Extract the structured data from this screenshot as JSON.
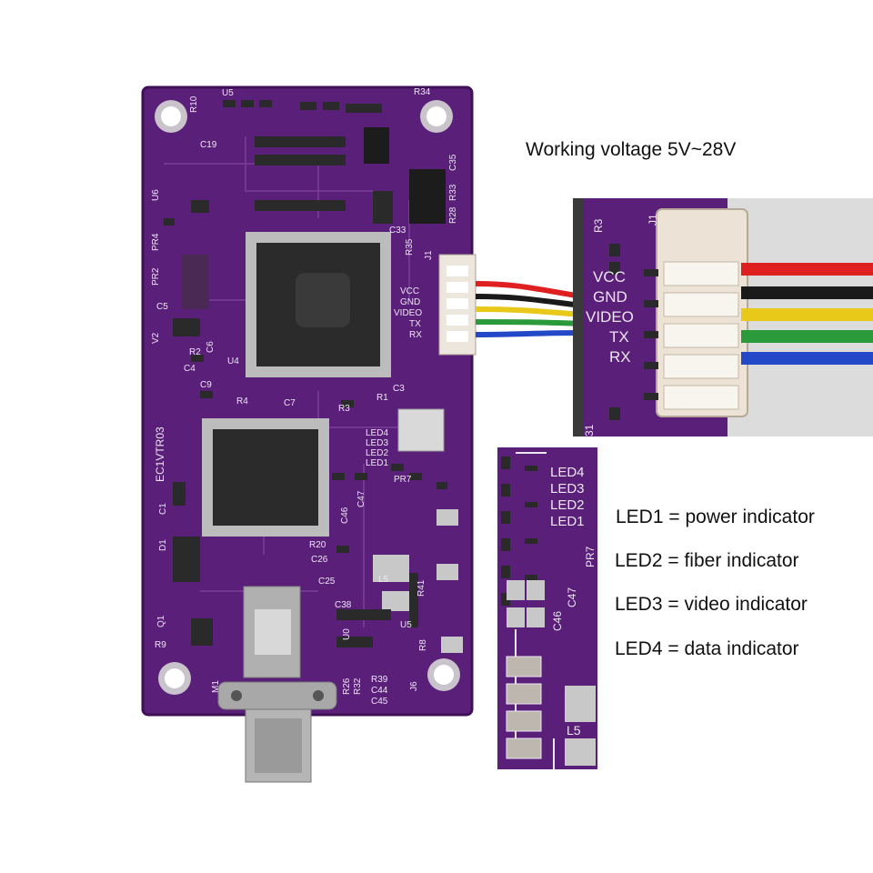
{
  "voltage_caption": "Working voltage 5V~28V",
  "legend": [
    {
      "code": "LED1",
      "text": "LED1 = power indicator"
    },
    {
      "code": "LED2",
      "text": "LED2 = fiber indicator"
    },
    {
      "code": "LED3",
      "text": "LED3 = video indicator"
    },
    {
      "code": "LED4",
      "text": "LED4 = data indicator"
    }
  ],
  "board": {
    "model": "EC1VTR03",
    "pins": [
      "VCC",
      "GND",
      "VIDEO",
      "TX",
      "RX"
    ],
    "leds": [
      "LED4",
      "LED3",
      "LED2",
      "LED1"
    ],
    "designators": [
      "R10",
      "U5",
      "R34",
      "C19",
      "U6",
      "C35",
      "R33",
      "R28",
      "C33",
      "PR4",
      "PR2",
      "C5",
      "V2",
      "R2",
      "C6",
      "C4",
      "U4",
      "R35",
      "J1",
      "R1",
      "C3",
      "C9",
      "R4",
      "C7",
      "R3",
      "PR7",
      "C46",
      "C47",
      "C1",
      "D1",
      "L5",
      "R41",
      "R20",
      "C26",
      "C25",
      "C38",
      "U0",
      "R8",
      "R26",
      "R32",
      "R39",
      "C44",
      "C45",
      "J6",
      "Q1",
      "R9",
      "M1",
      "U5"
    ]
  },
  "zoom_connector": {
    "pins": [
      "VCC",
      "GND",
      "VIDEO",
      "TX",
      "RX"
    ],
    "labels": [
      "R3",
      "J1",
      "31"
    ]
  },
  "zoom_leds": {
    "leds": [
      "LED4",
      "LED3",
      "LED2",
      "LED1"
    ],
    "labels": [
      "PR7",
      "C46",
      "C47",
      "L5"
    ]
  },
  "colors": {
    "pcb": "#5a1f78",
    "pcb_dark": "#3e1157",
    "silkscreen": "#ece6f2",
    "wire_red": "#e02020",
    "wire_black": "#1a1a1a",
    "wire_yellow": "#e8c91a",
    "wire_green": "#2a9a3a",
    "wire_blue": "#2449c8"
  }
}
